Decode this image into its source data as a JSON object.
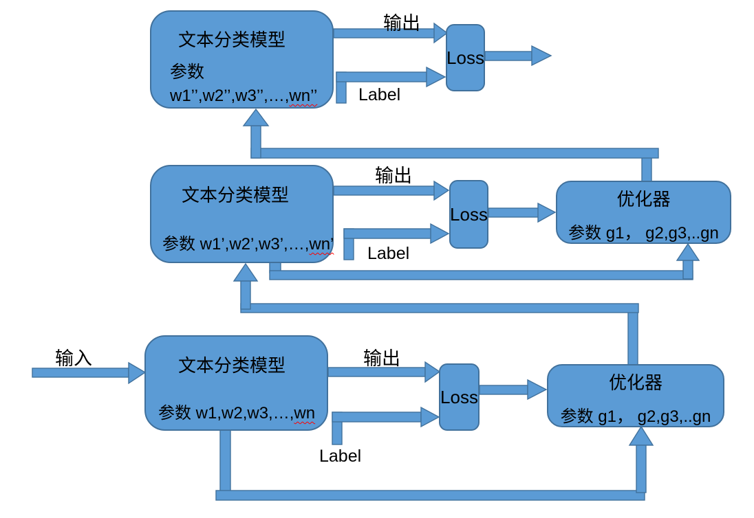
{
  "colors": {
    "shape_fill": "#5B9BD5",
    "shape_border": "#41719C",
    "text": "#000000",
    "squiggle": "#FF0000"
  },
  "row1": {
    "model": {
      "title": "文本分类模型",
      "param_label": "参数",
      "param_prefix": "w1’’,w2’’,w3’’,…,",
      "param_squiggle": "wn’’"
    },
    "output_label": "输出",
    "loss": "Loss",
    "label_text": "Label"
  },
  "row2": {
    "model": {
      "title": "文本分类模型",
      "param_prefix": "参数 w1’,w2’,w3’,…,",
      "param_squiggle": "wn’"
    },
    "output_label": "输出",
    "loss": "Loss",
    "label_text": "Label",
    "optimizer": {
      "title": "优化器",
      "params": "参数 g1， g2,g3,..gn"
    }
  },
  "row3": {
    "input_label": "输入",
    "model": {
      "title": "文本分类模型",
      "param_prefix": "参数 w1,w2,w3,…,",
      "param_squiggle": "wn"
    },
    "output_label": "输出",
    "loss": "Loss",
    "label_text": "Label",
    "optimizer": {
      "title": "优化器",
      "params": "参数 g1， g2,g3,..gn"
    }
  }
}
